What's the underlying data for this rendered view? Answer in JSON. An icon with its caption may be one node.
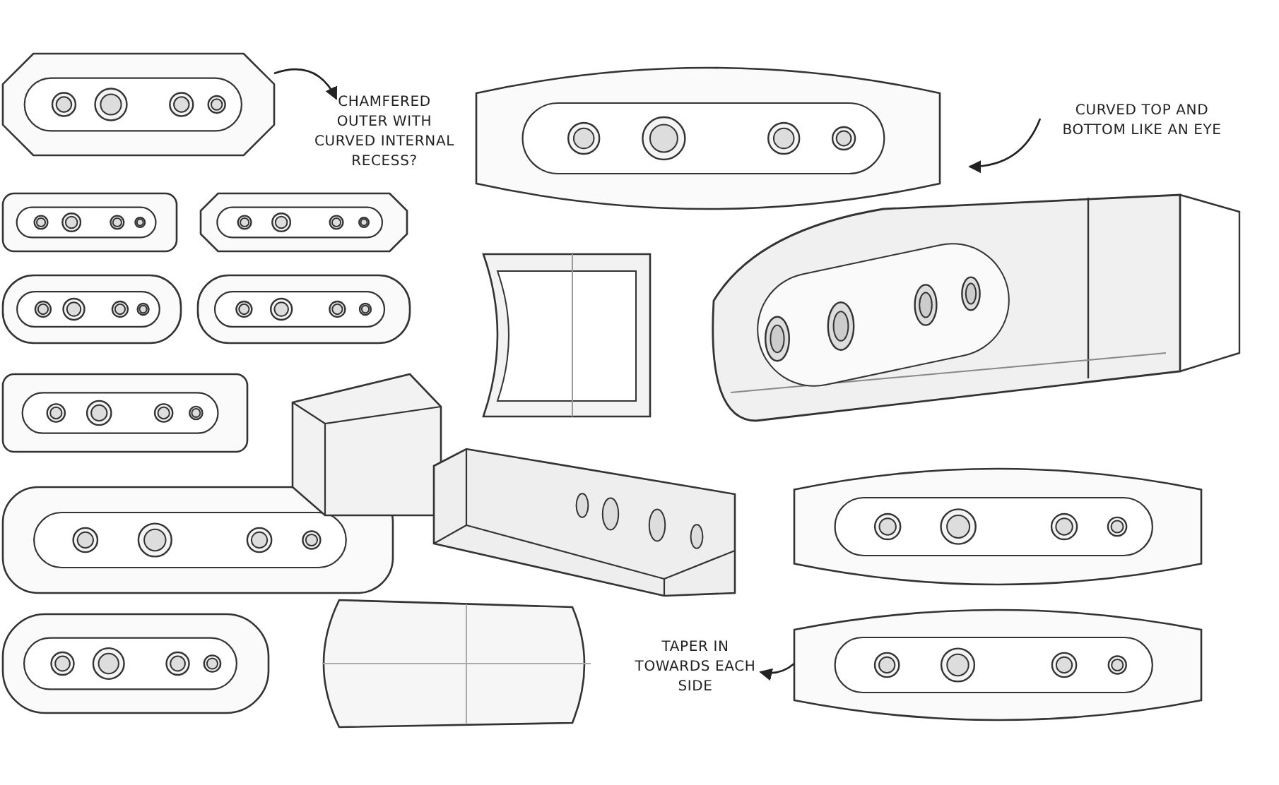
{
  "diagram": {
    "nodes": [
      {
        "text": [
          "CHAMFERED OUTER WITH CURVED INTERNAL RECESS?"
        ]
      },
      {
        "text": [],
        "shape": "picture"
      },
      {
        "text": [
          "CURVED TOP AND BOTTOM LIKE AN EYE"
        ]
      },
      {
        "text": [],
        "shape": "picture"
      },
      {
        "text": [
          "TAPER IN TOWARDS EACH SIDE"
        ]
      },
      {
        "text": [],
        "shape": "picture"
      }
    ],
    "edges": [
      {
        "from": 1,
        "to": 0,
        "arrow": "to"
      },
      {
        "from": 2,
        "to": 3,
        "arrow": "to"
      },
      {
        "from": 5,
        "to": 4,
        "arrow": "to"
      }
    ]
  }
}
